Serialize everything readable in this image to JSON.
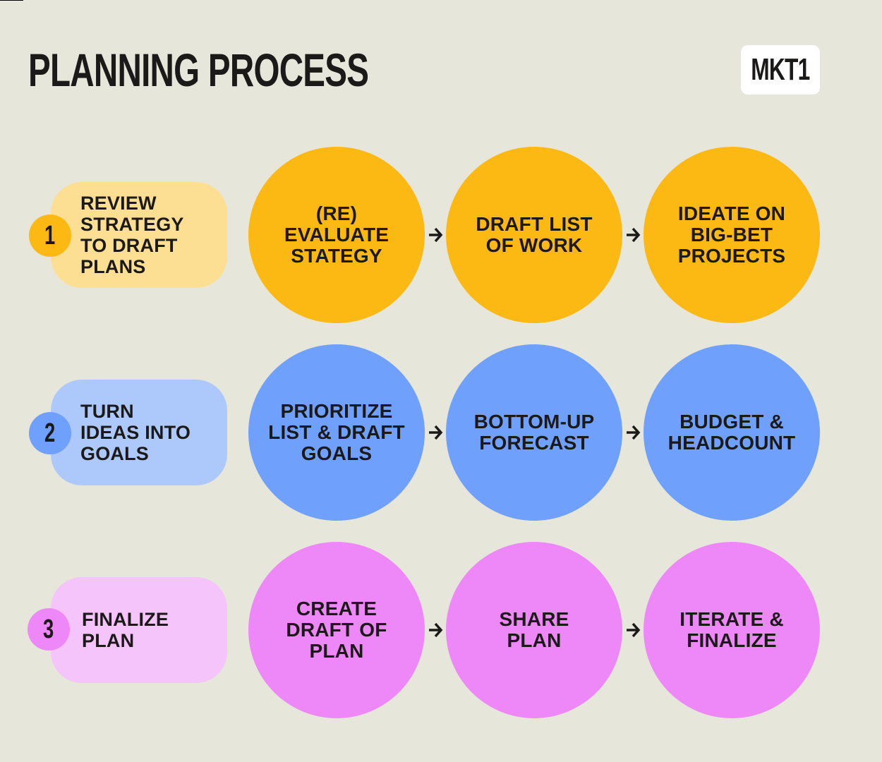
{
  "header": {
    "title": "PLANNING PROCESS",
    "logo": "MKT1"
  },
  "colors": {
    "background": "#e6e6da",
    "text": "#1c1a18",
    "stage1_circle": "#fdb913",
    "stage1_pill": "#fddf93",
    "stage2_circle": "#6fa0fb",
    "stage2_pill": "#adc9fc",
    "stage3_circle": "#ee88f8",
    "stage3_pill": "#f4c4fa"
  },
  "stages": [
    {
      "number": "1",
      "label": "REVIEW\nSTRATEGY\nTO DRAFT\nPLANS",
      "steps": [
        "(RE)\nEVALUATE\nSTATEGY",
        "DRAFT LIST\nOF WORK",
        "IDEATE ON\nBIG-BET\nPROJECTS"
      ]
    },
    {
      "number": "2",
      "label": "TURN\nIDEAS INTO\nGOALS",
      "steps": [
        "PRIORITIZE\nLIST & DRAFT\nGOALS",
        "BOTTOM-UP\nFORECAST",
        "BUDGET &\nHEADCOUNT"
      ]
    },
    {
      "number": "3",
      "label": "FINALIZE\nPLAN",
      "steps": [
        "CREATE\nDRAFT OF\nPLAN",
        "SHARE\nPLAN",
        "ITERATE &\nFINALIZE"
      ]
    }
  ]
}
